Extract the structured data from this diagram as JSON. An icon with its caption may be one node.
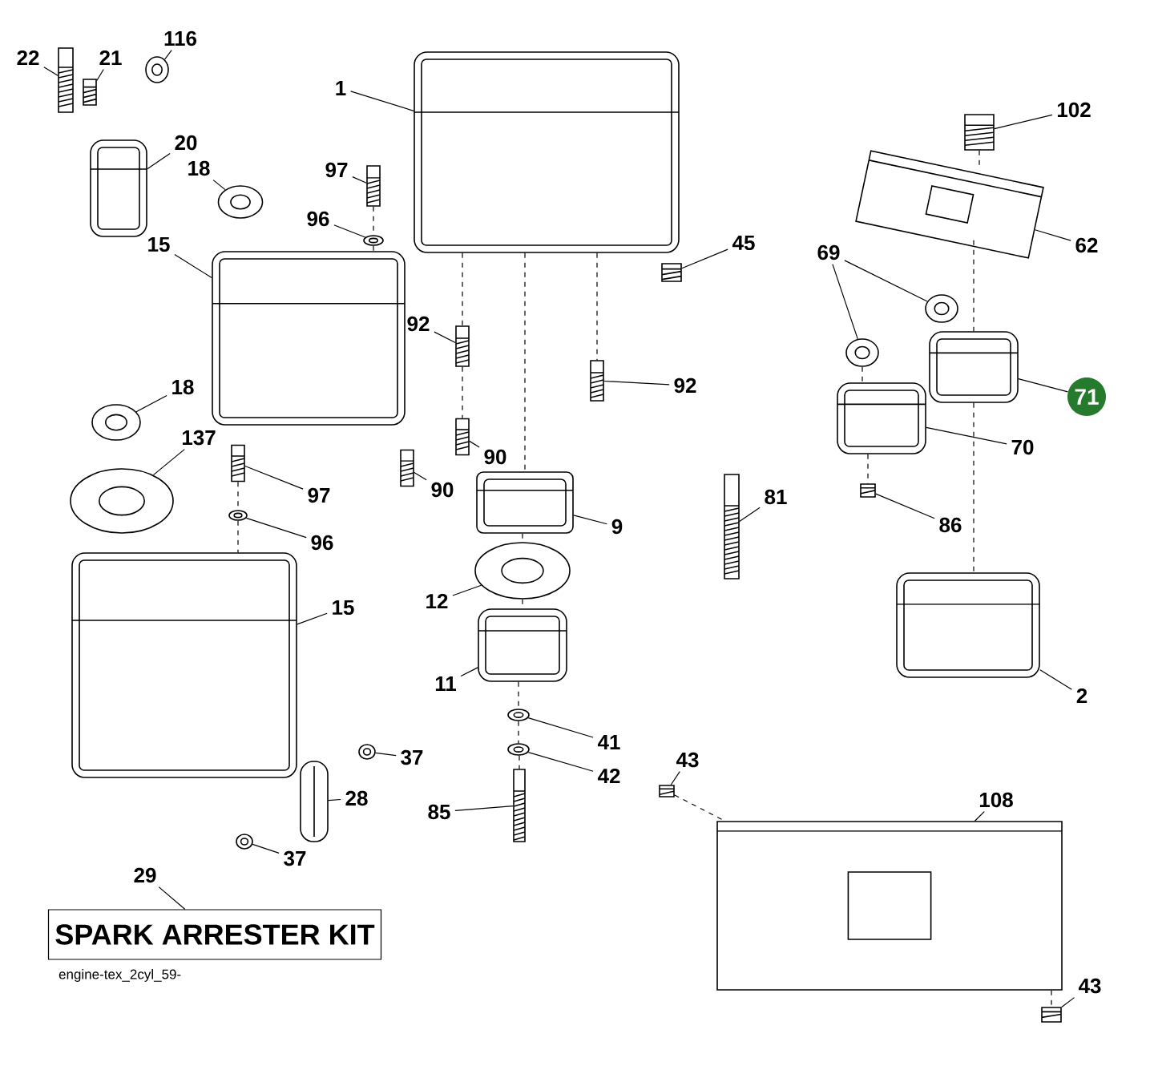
{
  "diagram": {
    "nodes": [
      {
        "text": [
          "22"
        ]
      },
      {
        "text": [],
        "shape": "picture"
      },
      {
        "text": [
          "21"
        ]
      },
      {
        "text": [],
        "shape": "picture"
      },
      {
        "text": [
          "116"
        ]
      },
      {
        "text": [],
        "shape": "picture"
      },
      {
        "text": [
          "20"
        ]
      },
      {
        "text": [],
        "shape": "picture"
      },
      {
        "text": [
          "1"
        ]
      },
      {
        "text": [],
        "shape": "picture"
      },
      {
        "text": [
          "18"
        ]
      },
      {
        "text": [],
        "shape": "picture"
      },
      {
        "text": [
          "97"
        ]
      },
      {
        "text": [],
        "shape": "picture"
      },
      {
        "text": [
          "96"
        ]
      },
      {
        "text": [],
        "shape": "picture"
      },
      {
        "text": [
          "15"
        ]
      },
      {
        "text": [],
        "shape": "picture"
      },
      {
        "text": [
          "102"
        ]
      },
      {
        "text": [],
        "shape": "picture"
      },
      {
        "text": [
          "45"
        ]
      },
      {
        "text": [],
        "shape": "picture"
      },
      {
        "text": [
          "62"
        ]
      },
      {
        "text": [],
        "shape": "picture"
      },
      {
        "text": [
          "69"
        ]
      },
      {
        "text": [],
        "shape": "picture"
      },
      {
        "text": [],
        "shape": "picture"
      },
      {
        "text": [
          "92"
        ]
      },
      {
        "text": [],
        "shape": "picture"
      },
      {
        "text": [
          "92"
        ]
      },
      {
        "text": [],
        "shape": "picture"
      },
      {
        "text": [
          "18"
        ]
      },
      {
        "text": [],
        "shape": "picture"
      },
      {
        "text": [
          "71"
        ]
      },
      {
        "text": [],
        "shape": "picture"
      },
      {
        "text": [
          "137"
        ]
      },
      {
        "text": [],
        "shape": "picture"
      },
      {
        "text": [
          "70"
        ]
      },
      {
        "text": [],
        "shape": "picture"
      },
      {
        "text": [
          "90"
        ]
      },
      {
        "text": [],
        "shape": "picture"
      },
      {
        "text": [
          "90"
        ]
      },
      {
        "text": [],
        "shape": "picture"
      },
      {
        "text": [
          "97"
        ]
      },
      {
        "text": [],
        "shape": "picture"
      },
      {
        "text": [
          "96"
        ]
      },
      {
        "text": [],
        "shape": "picture"
      },
      {
        "text": [
          "81"
        ]
      },
      {
        "text": [],
        "shape": "picture"
      },
      {
        "text": [
          "9"
        ]
      },
      {
        "text": [],
        "shape": "picture"
      },
      {
        "text": [
          "86"
        ]
      },
      {
        "text": [],
        "shape": "picture"
      },
      {
        "text": [
          "12"
        ]
      },
      {
        "text": [],
        "shape": "picture"
      },
      {
        "text": [
          "15"
        ]
      },
      {
        "text": [],
        "shape": "picture"
      },
      {
        "text": [
          "11"
        ]
      },
      {
        "text": [],
        "shape": "picture"
      },
      {
        "text": [
          "2"
        ]
      },
      {
        "text": [],
        "shape": "picture"
      },
      {
        "text": [
          "41"
        ]
      },
      {
        "text": [],
        "shape": "picture"
      },
      {
        "text": [
          "37"
        ]
      },
      {
        "text": [],
        "shape": "picture"
      },
      {
        "text": [
          "43"
        ]
      },
      {
        "text": [],
        "shape": "picture"
      },
      {
        "text": [
          "42"
        ]
      },
      {
        "text": [],
        "shape": "picture"
      },
      {
        "text": [
          "28"
        ]
      },
      {
        "text": [],
        "shape": "picture"
      },
      {
        "text": [
          "108"
        ]
      },
      {
        "text": [],
        "shape": "picture"
      },
      {
        "text": [
          "85"
        ]
      },
      {
        "text": [],
        "shape": "picture"
      },
      {
        "text": [
          "37"
        ]
      },
      {
        "text": [],
        "shape": "picture"
      },
      {
        "text": [
          "29"
        ]
      },
      {
        "text": [
          "SPARK ARRESTER KIT"
        ]
      },
      {
        "text": [
          "43"
        ]
      },
      {
        "text": [],
        "shape": "picture"
      }
    ],
    "edges": [
      {
        "from": 0,
        "to": 1,
        "arrow": "none"
      },
      {
        "from": 2,
        "to": 3,
        "arrow": "none"
      },
      {
        "from": 4,
        "to": 5,
        "arrow": "none"
      },
      {
        "from": 6,
        "to": 7,
        "arrow": "none"
      },
      {
        "from": 8,
        "to": 9,
        "arrow": "none"
      },
      {
        "from": 10,
        "to": 11,
        "arrow": "none"
      },
      {
        "from": 12,
        "to": 13,
        "arrow": "none"
      },
      {
        "from": 14,
        "to": 15,
        "arrow": "none"
      },
      {
        "from": 16,
        "to": 17,
        "arrow": "none"
      },
      {
        "from": 18,
        "to": 19,
        "arrow": "none"
      },
      {
        "from": 20,
        "to": 21,
        "arrow": "none"
      },
      {
        "from": 22,
        "to": 23,
        "arrow": "none"
      },
      {
        "from": 24,
        "to": 25,
        "arrow": "none"
      },
      {
        "from": 24,
        "to": 26,
        "arrow": "none"
      },
      {
        "from": 27,
        "to": 28,
        "arrow": "none"
      },
      {
        "from": 29,
        "to": 30,
        "arrow": "none"
      },
      {
        "from": 31,
        "to": 32,
        "arrow": "none"
      },
      {
        "from": 33,
        "to": 34,
        "arrow": "none"
      },
      {
        "from": 35,
        "to": 36,
        "arrow": "none"
      },
      {
        "from": 37,
        "to": 38,
        "arrow": "none"
      },
      {
        "from": 39,
        "to": 40,
        "arrow": "none"
      },
      {
        "from": 41,
        "to": 42,
        "arrow": "none"
      },
      {
        "from": 43,
        "to": 44,
        "arrow": "none"
      },
      {
        "from": 45,
        "to": 46,
        "arrow": "none"
      },
      {
        "from": 47,
        "to": 48,
        "arrow": "none"
      },
      {
        "from": 49,
        "to": 50,
        "arrow": "none"
      },
      {
        "from": 51,
        "to": 52,
        "arrow": "none"
      },
      {
        "from": 53,
        "to": 54,
        "arrow": "none"
      },
      {
        "from": 55,
        "to": 56,
        "arrow": "none"
      },
      {
        "from": 57,
        "to": 58,
        "arrow": "none"
      },
      {
        "from": 59,
        "to": 60,
        "arrow": "none"
      },
      {
        "from": 61,
        "to": 62,
        "arrow": "none"
      },
      {
        "from": 63,
        "to": 64,
        "arrow": "none"
      },
      {
        "from": 65,
        "to": 66,
        "arrow": "none"
      },
      {
        "from": 67,
        "to": 68,
        "arrow": "none"
      },
      {
        "from": 69,
        "to": 70,
        "arrow": "none"
      },
      {
        "from": 71,
        "to": 72,
        "arrow": "none"
      },
      {
        "from": 73,
        "to": 74,
        "arrow": "none"
      },
      {
        "from": 75,
        "to": 76,
        "arrow": "none"
      },
      {
        "from": 77,
        "to": 78,
        "arrow": "none"
      },
      {
        "from": 79,
        "to": 80,
        "arrow": "none"
      },
      {
        "from": 13,
        "to": 15,
        "arrow": "none",
        "style": "dashed"
      },
      {
        "from": 15,
        "to": 17,
        "arrow": "none",
        "style": "dashed"
      },
      {
        "from": 44,
        "to": 46,
        "arrow": "none",
        "style": "dashed"
      },
      {
        "from": 46,
        "to": 56,
        "arrow": "none",
        "style": "dashed"
      },
      {
        "from": 9,
        "to": 28,
        "arrow": "none",
        "style": "dashed"
      },
      {
        "from": 28,
        "to": 40,
        "arrow": "none",
        "style": "dashed"
      },
      {
        "from": 9,
        "to": 50,
        "arrow": "none",
        "style": "dashed"
      },
      {
        "from": 50,
        "to": 54,
        "arrow": "none",
        "style": "dashed"
      },
      {
        "from": 54,
        "to": 58,
        "arrow": "none",
        "style": "dashed"
      },
      {
        "from": 58,
        "to": 62,
        "arrow": "none",
        "style": "dashed"
      },
      {
        "from": 62,
        "to": 68,
        "arrow": "none",
        "style": "dashed"
      },
      {
        "from": 68,
        "to": 74,
        "arrow": "none",
        "style": "dashed"
      },
      {
        "from": 9,
        "to": 30,
        "arrow": "none",
        "style": "dashed"
      },
      {
        "from": 19,
        "to": 23,
        "arrow": "none",
        "style": "dashed"
      },
      {
        "from": 23,
        "to": 34,
        "arrow": "none",
        "style": "dashed"
      },
      {
        "from": 34,
        "to": 60,
        "arrow": "none",
        "style": "dashed"
      },
      {
        "from": 26,
        "to": 38,
        "arrow": "none",
        "style": "dashed"
      },
      {
        "from": 38,
        "to": 52,
        "arrow": "none",
        "style": "dashed"
      },
      {
        "from": 66,
        "to": 72,
        "arrow": "none",
        "style": "dashed"
      },
      {
        "from": 72,
        "to": 80,
        "arrow": "none",
        "style": "dashed"
      }
    ],
    "labels": [
      "engine-tex_2cyl_59-"
    ]
  }
}
